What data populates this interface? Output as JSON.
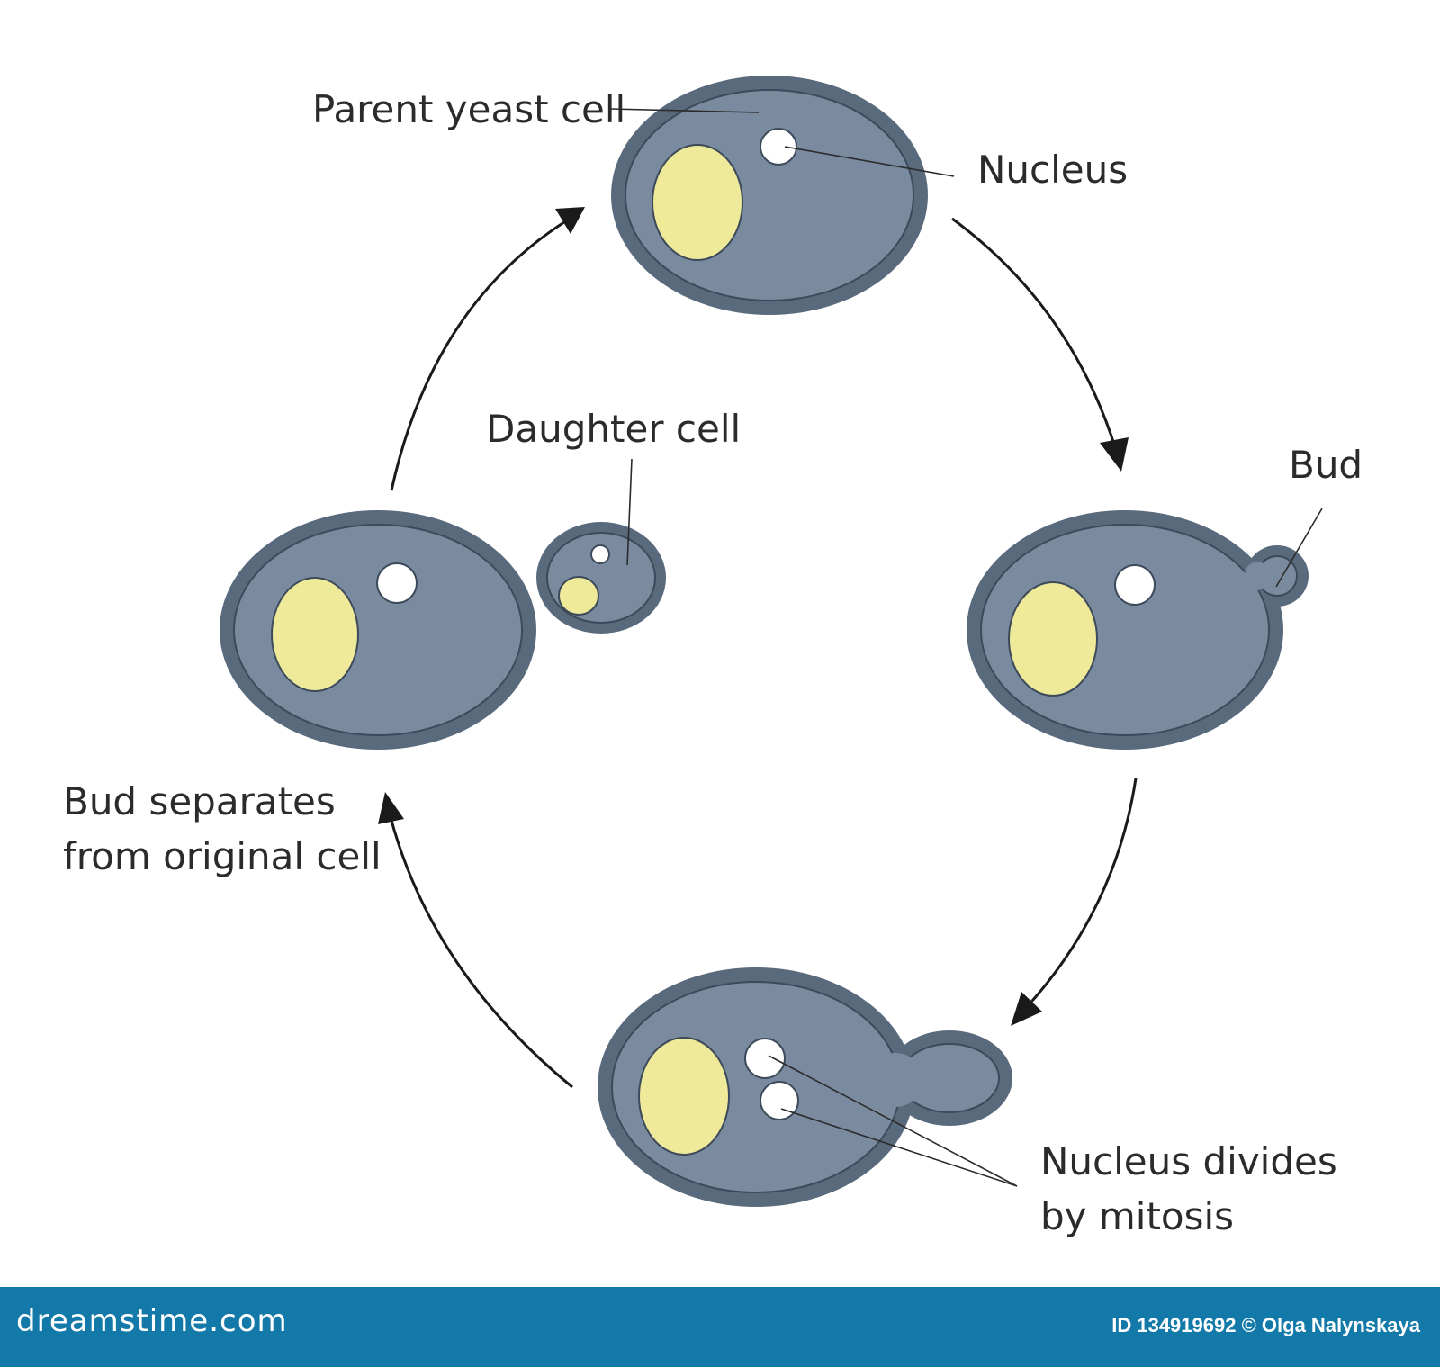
{
  "labels": {
    "parent": "Parent yeast cell",
    "nucleus": "Nucleus",
    "bud": "Bud",
    "daughter": "Daughter cell",
    "separates_1": "Bud separates",
    "separates_2": "from original cell",
    "divides_1": "Nucleus divides",
    "divides_2": "by mitosis"
  },
  "footer": {
    "brand": "dreamstime.com",
    "credit": "ID 134919692 © Olga Nalynskaya"
  },
  "colors": {
    "cell_outer": "#5a6a7d",
    "cell_inner": "#7a8ba0",
    "vacuole": "#efe99a",
    "nucleus": "#ffffff",
    "footer": "#1279a8"
  }
}
